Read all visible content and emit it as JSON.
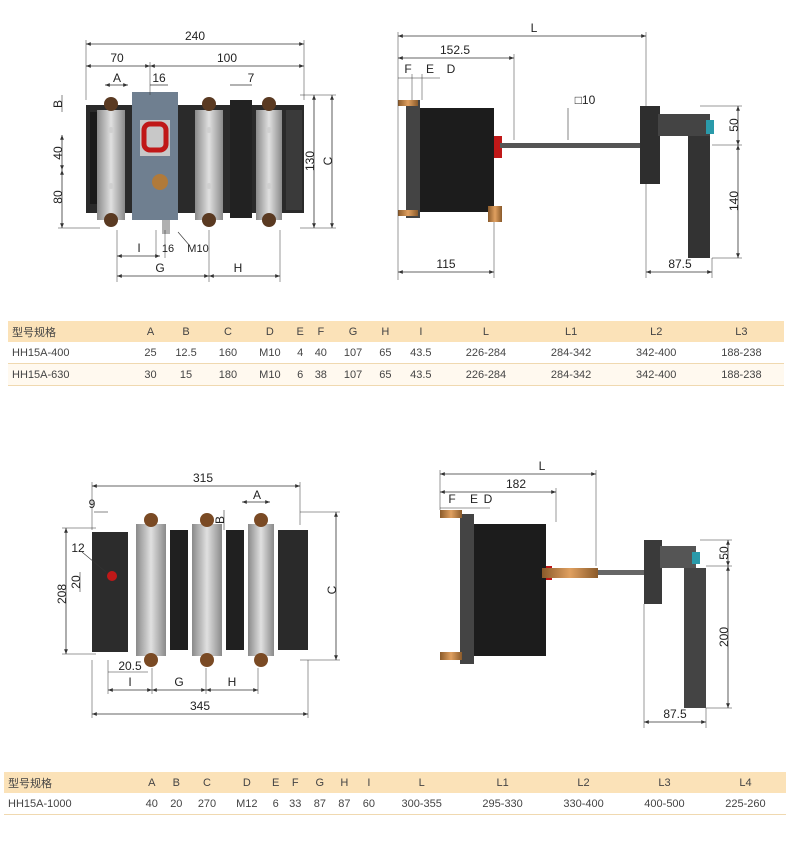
{
  "top_front": {
    "dims": {
      "w240": "240",
      "w70": "70",
      "w100": "100",
      "a": "A",
      "w16": "16",
      "w7": "7",
      "b": "B",
      "h40": "40",
      "h130": "130",
      "c": "C",
      "h80": "80",
      "i": "I",
      "m10": "M10",
      "w16b": "16",
      "g": "G",
      "h": "H"
    }
  },
  "top_side": {
    "dims": {
      "l": "L",
      "w152": "152.5",
      "f": "F",
      "e": "E",
      "d": "D",
      "sq10": "□10",
      "h50": "50",
      "h140": "140",
      "w115": "115",
      "w87": "87.5"
    }
  },
  "table1": {
    "headers": [
      "型号规格",
      "A",
      "B",
      "C",
      "D",
      "E",
      "F",
      "G",
      "H",
      "I",
      "L",
      "L1",
      "L2",
      "L3"
    ],
    "rows": [
      [
        "HH15A-400",
        "25",
        "12.5",
        "160",
        "M10",
        "4",
        "40",
        "107",
        "65",
        "43.5",
        "226-284",
        "284-342",
        "342-400",
        "188-238"
      ],
      [
        "HH15A-630",
        "30",
        "15",
        "180",
        "M10",
        "6",
        "38",
        "107",
        "65",
        "43.5",
        "226-284",
        "284-342",
        "342-400",
        "188-238"
      ]
    ]
  },
  "bottom_front": {
    "dims": {
      "w315": "315",
      "a": "A",
      "w9": "9",
      "b": "B",
      "d12": "12",
      "h20": "20",
      "h208": "208",
      "c": "C",
      "w205": "20.5",
      "i": "I",
      "g": "G",
      "h": "H",
      "w345": "345"
    }
  },
  "bottom_side": {
    "dims": {
      "l": "L",
      "w182": "182",
      "f": "F",
      "e": "E",
      "d": "D",
      "h50": "50",
      "h200": "200",
      "w87": "87.5"
    }
  },
  "table2": {
    "headers": [
      "型号规格",
      "A",
      "B",
      "C",
      "D",
      "E",
      "F",
      "G",
      "H",
      "I",
      "L",
      "L1",
      "L2",
      "L3",
      "L4"
    ],
    "rows": [
      [
        "HH15A-1000",
        "40",
        "20",
        "270",
        "M12",
        "6",
        "33",
        "87",
        "87",
        "60",
        "300-355",
        "295-330",
        "330-400",
        "400-500",
        "225-260"
      ]
    ]
  }
}
